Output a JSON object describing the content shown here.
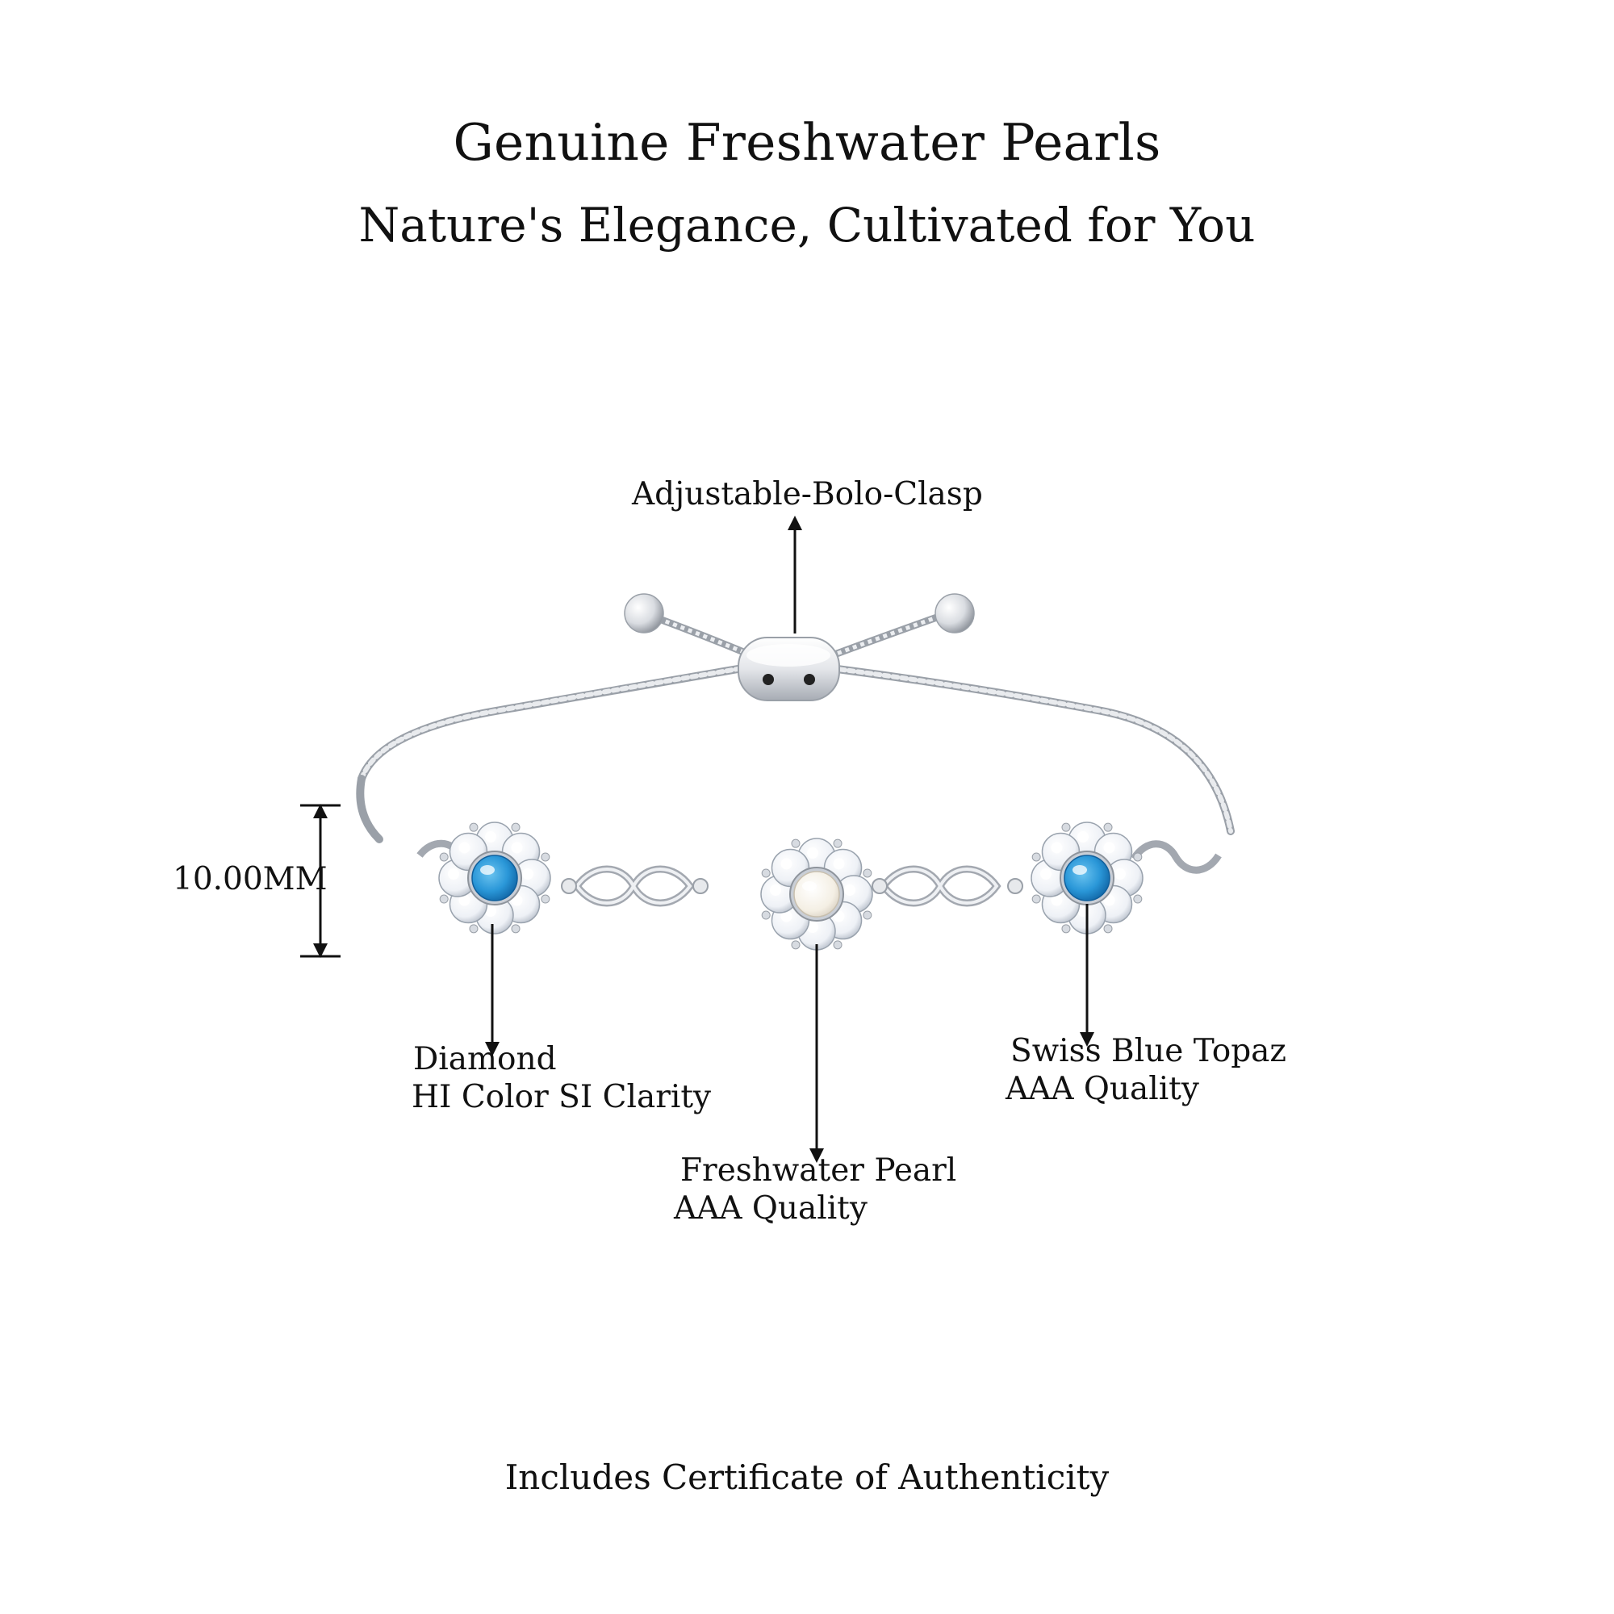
{
  "header": {
    "title": "Genuine Freshwater Pearls",
    "subtitle": "Nature's Elegance, Cultivated for You"
  },
  "callouts": {
    "clasp": "Adjustable-Bolo-Clasp",
    "size": "10.00MM",
    "diamond": {
      "line1": "Diamond",
      "line2": "HI Color SI Clarity"
    },
    "topaz": {
      "line1": "Swiss Blue Topaz",
      "line2": "AAA Quality"
    },
    "pearl": {
      "line1": "Freshwater Pearl",
      "line2": "AAA Quality"
    }
  },
  "footer": {
    "certificate": "Includes Certificate of Authenticity"
  },
  "colors": {
    "metal": "#e6e8ec",
    "metal_edge": "#9ea3ab",
    "topaz": "#2a97d8",
    "pearl": "#f6f2ea",
    "diamond": "#f3f6fa",
    "text": "#111111"
  }
}
